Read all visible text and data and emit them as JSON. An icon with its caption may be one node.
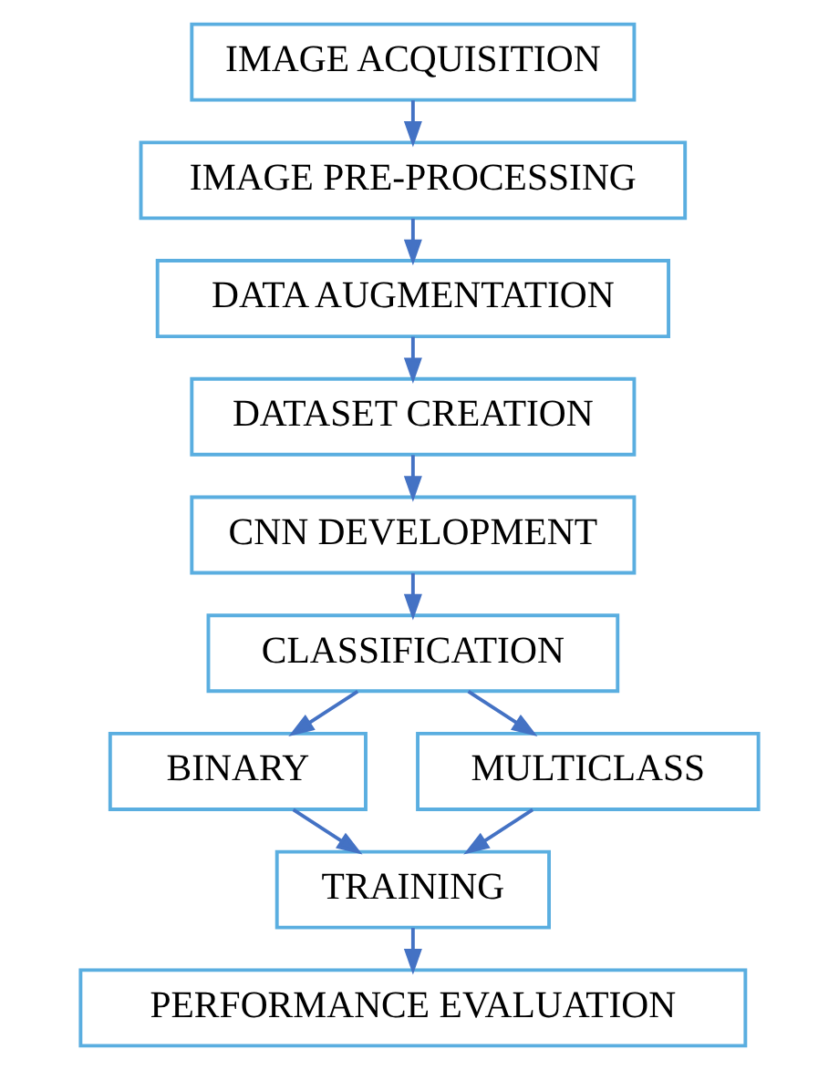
{
  "diagram": {
    "nodes": [
      {
        "text": [
          "IMAGE ACQUISITION"
        ]
      },
      {
        "text": [
          "IMAGE PRE-PROCESSING"
        ]
      },
      {
        "text": [
          "DATA AUGMENTATION"
        ]
      },
      {
        "text": [
          "DATASET CREATION"
        ]
      },
      {
        "text": [
          "CNN DEVELOPMENT"
        ]
      },
      {
        "text": [
          "CLASSIFICATION"
        ]
      },
      {
        "text": [
          "BINARY"
        ]
      },
      {
        "text": [
          "MULTICLASS"
        ]
      },
      {
        "text": [
          "TRAINING"
        ]
      },
      {
        "text": [
          "PERFORMANCE EVALUATION"
        ]
      }
    ],
    "edges": [
      {
        "from": 0,
        "to": 1,
        "arrow": "to"
      },
      {
        "from": 1,
        "to": 2,
        "arrow": "to"
      },
      {
        "from": 2,
        "to": 3,
        "arrow": "to"
      },
      {
        "from": 3,
        "to": 4,
        "arrow": "to"
      },
      {
        "from": 4,
        "to": 5,
        "arrow": "to"
      },
      {
        "from": 5,
        "to": 6,
        "arrow": "to"
      },
      {
        "from": 5,
        "to": 7,
        "arrow": "to"
      },
      {
        "from": 6,
        "to": 8,
        "arrow": "to"
      },
      {
        "from": 7,
        "to": 8,
        "arrow": "to"
      },
      {
        "from": 8,
        "to": 9,
        "arrow": "to"
      }
    ]
  }
}
